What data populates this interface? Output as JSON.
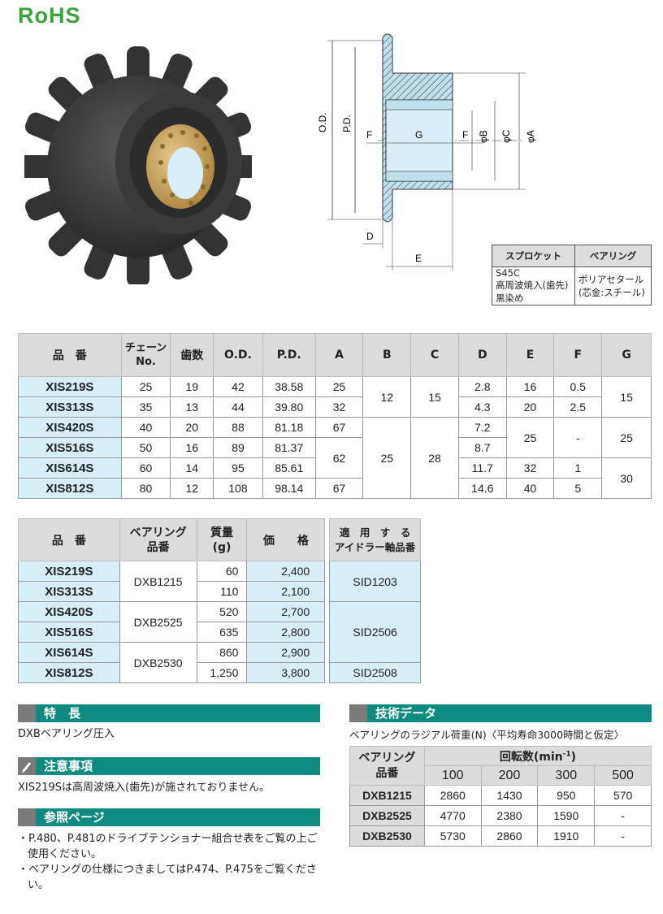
{
  "logo": "RoHS",
  "drawing": {
    "labels": {
      "od": "O.D.",
      "pd": "P.D.",
      "f_left": "F",
      "g": "G",
      "f_right": "F",
      "phi_b": "φB",
      "phi_c": "φC",
      "phi_a": "φA",
      "d": "D",
      "e": "E"
    }
  },
  "material": {
    "headers": [
      "スプロケット",
      "ベアリング"
    ],
    "sprocket_lines": [
      "S45C",
      "高周波焼入(歯先)",
      "黒染め"
    ],
    "bearing_lines": [
      "ポリアセタール",
      "(芯金:スチール)"
    ]
  },
  "table1": {
    "headers": [
      "品　番",
      "チェーン No.",
      "歯数",
      "O.D.",
      "P.D.",
      "A",
      "B",
      "C",
      "D",
      "E",
      "F",
      "G"
    ],
    "chain_top": "チェーン",
    "chain_bottom": "No.",
    "rows": [
      {
        "pn": "XIS219S",
        "chain": "25",
        "teeth": "19",
        "od": "42",
        "pd": "38.58",
        "a": "25",
        "d": "2.8",
        "e": "16",
        "f": "0.5"
      },
      {
        "pn": "XIS313S",
        "chain": "35",
        "teeth": "13",
        "od": "44",
        "pd": "39.80",
        "a": "32",
        "d": "4.3",
        "e": "20",
        "f": "2.5"
      },
      {
        "pn": "XIS420S",
        "chain": "40",
        "teeth": "20",
        "od": "88",
        "pd": "81.18",
        "a": "67",
        "d": "7.2"
      },
      {
        "pn": "XIS516S",
        "chain": "50",
        "teeth": "16",
        "od": "89",
        "pd": "81.37",
        "d": "8.7"
      },
      {
        "pn": "XIS614S",
        "chain": "60",
        "teeth": "14",
        "od": "95",
        "pd": "85.61",
        "d": "11.7",
        "e": "32",
        "f": "1"
      },
      {
        "pn": "XIS812S",
        "chain": "80",
        "teeth": "12",
        "od": "108",
        "pd": "98.14",
        "a": "67",
        "d": "14.6",
        "e": "40",
        "f": "5"
      }
    ],
    "merged": {
      "b1": "12",
      "c1": "15",
      "g1": "15",
      "a2": "62",
      "b2": "25",
      "c2": "28",
      "e2": "25",
      "f2": "-",
      "g2": "25",
      "g3": "30"
    }
  },
  "table2": {
    "h_pn": "品　番",
    "h_bearing_top": "ベアリング",
    "h_bearing_bottom": "品番",
    "h_mass_top": "質量",
    "h_mass_bottom": "(g)",
    "h_price": "価　　格",
    "h_idler_top": "適　用　す　る",
    "h_idler_bottom": "アイドラー軸品番",
    "rows": [
      {
        "pn": "XIS219S",
        "mass": "60",
        "price": "2,400"
      },
      {
        "pn": "XIS313S",
        "mass": "110",
        "price": "2,100"
      },
      {
        "pn": "XIS420S",
        "mass": "520",
        "price": "2,700"
      },
      {
        "pn": "XIS516S",
        "mass": "635",
        "price": "2,800"
      },
      {
        "pn": "XIS614S",
        "mass": "860",
        "price": "2,900"
      },
      {
        "pn": "XIS812S",
        "mass": "1,250",
        "price": "3,800"
      }
    ],
    "bearings": [
      "DXB1215",
      "DXB2525",
      "DXB2530"
    ],
    "idlers": [
      "SID1203",
      "SID2506",
      "SID2508"
    ]
  },
  "features": {
    "title": "特　長",
    "text": "DXBベアリング圧入"
  },
  "caution": {
    "title": "注意事項",
    "text": "XIS219Sは高周波焼入(歯先)が施されておりません。"
  },
  "reference": {
    "title": "参照ページ",
    "items": [
      "・P.480、P.481のドライブテンショナー組合せ表をご覧の上ご使用ください。",
      "・ベアリングの仕様につきましてはP.474、P.475をご覧ください。"
    ]
  },
  "tech": {
    "title": "技術データ",
    "subtitle": "ベアリングのラジアル荷重(N)〈平均寿命3000時間と仮定〉",
    "h_bearing_top": "ベアリング",
    "h_bearing_bottom": "品番",
    "h_rpm": "回転数(min",
    "h_rpm_sup": "-1",
    "h_rpm_close": ")",
    "rpms": [
      "100",
      "200",
      "300",
      "500"
    ],
    "rows": [
      {
        "pn": "DXB1215",
        "v": [
          "2860",
          "1430",
          "950",
          "570"
        ]
      },
      {
        "pn": "DXB2525",
        "v": [
          "4770",
          "2380",
          "1590",
          "-"
        ]
      },
      {
        "pn": "DXB2530",
        "v": [
          "5730",
          "2860",
          "1910",
          "-"
        ]
      }
    ]
  }
}
